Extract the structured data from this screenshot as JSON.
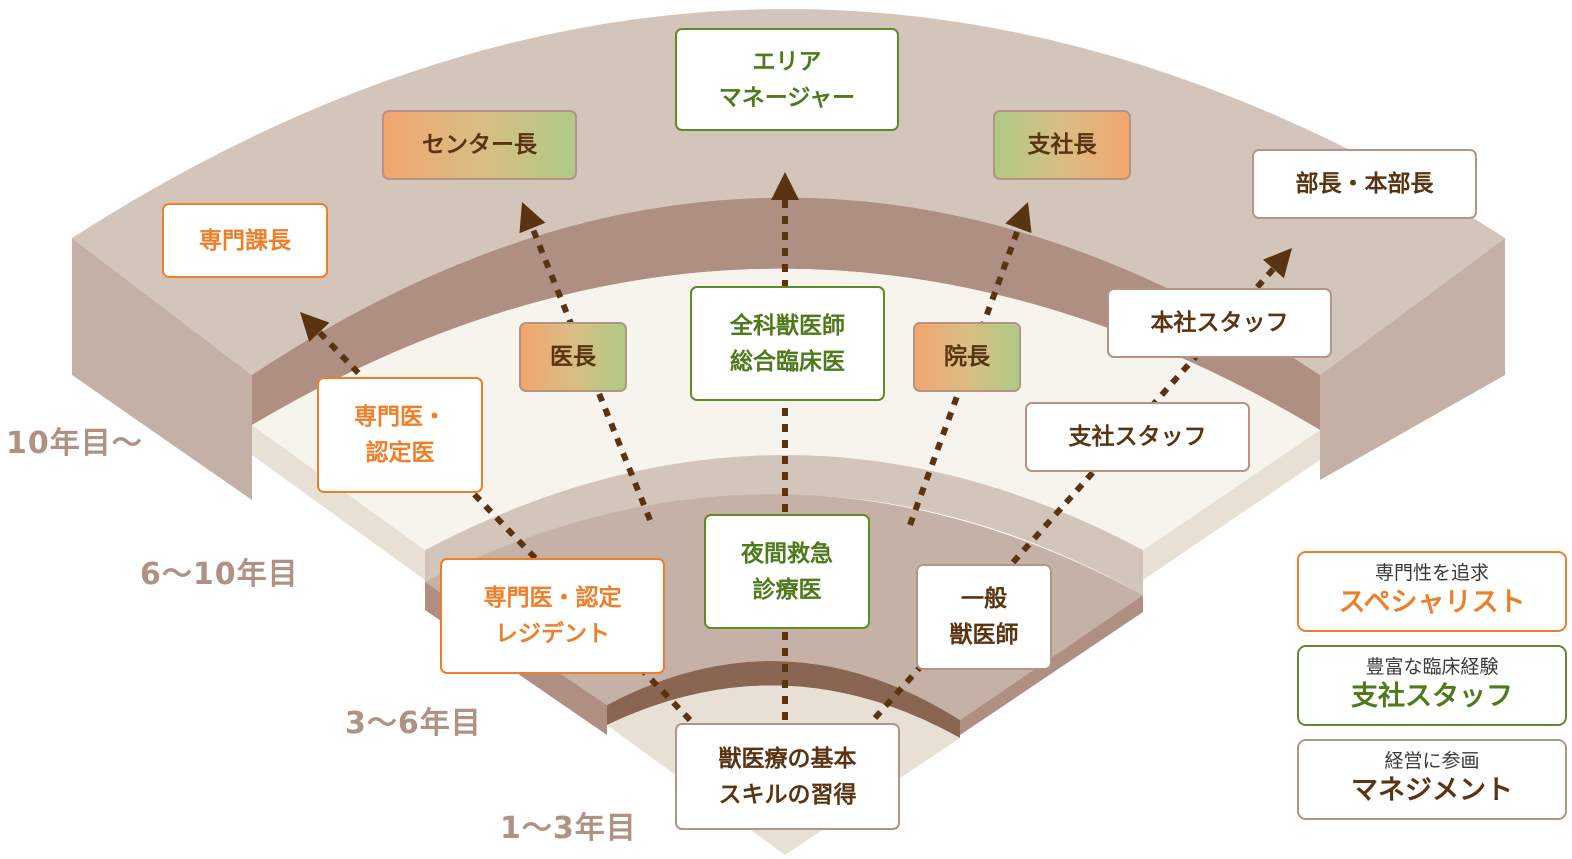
{
  "colors": {
    "tier_top": "#d4c5bb",
    "tier_top_side": "#c5b0a6",
    "tier_band": "#ae8f81",
    "tier_cream": "#f7f4ee",
    "tier_cream_side": "#e8dfd5",
    "tier_mid": "#c6b1a6",
    "tier_mid_band": "#8a6652",
    "arrow": "#5a3412",
    "specialist": "#ee7f2a",
    "branch_staff": "#4e7a1c",
    "management": "#5a3412",
    "year_label": "#b09284"
  },
  "year_labels": {
    "tier4": "10年目〜",
    "tier3": "6〜10年目",
    "tier2": "3〜6年目",
    "tier1": "1〜3年目"
  },
  "nodes": {
    "area_manager": "エリア\nマネージャー",
    "center_head": "センター長",
    "branch_head": "支社長",
    "section_chief": "専門課長",
    "dept_head": "部長・本部長",
    "head_office_staff": "本社スタッフ",
    "branch_office_staff": "支社スタッフ",
    "general_vet_clinician": "全科獣医師\n総合臨床医",
    "chief_doctor": "医長",
    "hospital_director": "院長",
    "specialist_certified": "専門医・\n認定医",
    "night_emergency": "夜間救急\n診療医",
    "specialist_resident": "専門医・認定\nレジデント",
    "general_vet": "一般\n獣医師",
    "basic_skills": "獣医療の基本\nスキルの習得"
  },
  "legend": [
    {
      "sub": "専門性を追求",
      "main": "スペシャリスト"
    },
    {
      "sub": "豊富な臨床経験",
      "main": "支社スタッフ"
    },
    {
      "sub": "経営に参画",
      "main": "マネジメント"
    }
  ]
}
